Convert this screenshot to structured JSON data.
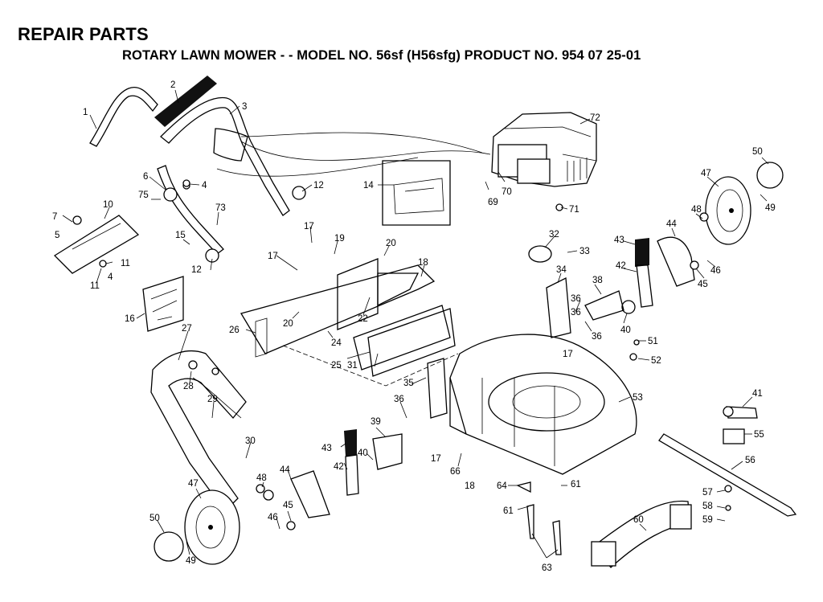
{
  "header": {
    "title": "REPAIR PARTS",
    "subtitle": "ROTARY LAWN MOWER - - MODEL NO. 56sf (H56sfg)  PRODUCT NO. 954 07 25-01"
  },
  "callouts": [
    "1",
    "2",
    "3",
    "4",
    "4",
    "5",
    "6",
    "7",
    "10",
    "11",
    "11",
    "12",
    "12",
    "14",
    "15",
    "16",
    "17",
    "17",
    "17",
    "17",
    "18",
    "18",
    "19",
    "20",
    "20",
    "22",
    "24",
    "25",
    "26",
    "27",
    "28",
    "29",
    "30",
    "31",
    "32",
    "33",
    "34",
    "35",
    "36",
    "36",
    "36",
    "36",
    "38",
    "39",
    "40",
    "40",
    "41",
    "42",
    "42",
    "43",
    "43",
    "44",
    "44",
    "45",
    "45",
    "46",
    "46",
    "47",
    "47",
    "48",
    "48",
    "49",
    "49",
    "50",
    "50",
    "51",
    "52",
    "53",
    "55",
    "56",
    "57",
    "58",
    "59",
    "60",
    "61",
    "61",
    "63",
    "64",
    "66",
    "69",
    "70",
    "71",
    "72",
    "73",
    "75"
  ]
}
